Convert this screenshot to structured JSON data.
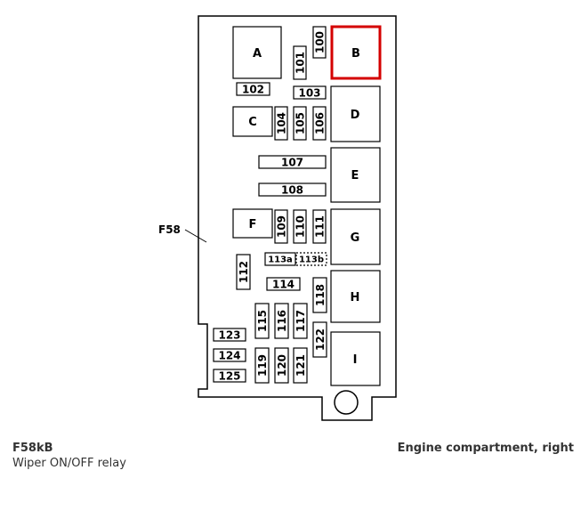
{
  "diagram": {
    "housing_label": "F58",
    "relays": {
      "A": "A",
      "B": "B",
      "C": "C",
      "D": "D",
      "E": "E",
      "F": "F",
      "G": "G",
      "H": "H",
      "I": "I"
    },
    "fuses": {
      "f100": "100",
      "f101": "101",
      "f102": "102",
      "f103": "103",
      "f104": "104",
      "f105": "105",
      "f106": "106",
      "f107": "107",
      "f108": "108",
      "f109": "109",
      "f110": "110",
      "f111": "111",
      "f112": "112",
      "f113a": "113a",
      "f113b": "113b",
      "f114": "114",
      "f115": "115",
      "f116": "116",
      "f117": "117",
      "f118": "118",
      "f119": "119",
      "f120": "120",
      "f121": "121",
      "f122": "122",
      "f123": "123",
      "f124": "124",
      "f125": "125"
    },
    "highlight_color": "#d40000",
    "highlighted_relay": "B"
  },
  "caption": {
    "code": "F58kB",
    "description": "Wiper ON/OFF relay",
    "location": "Engine compartment, right"
  }
}
